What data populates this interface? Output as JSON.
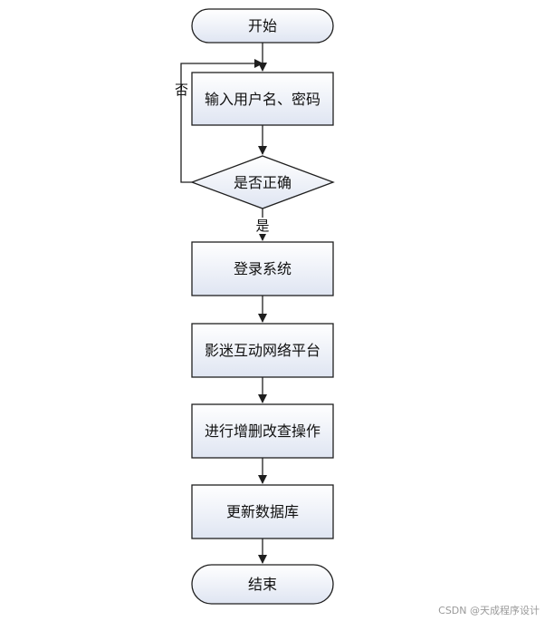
{
  "colors": {
    "stroke": "#1f1f1f",
    "fill_top": "#ffffff",
    "fill_bottom": "#dfe5f2"
  },
  "nodes": {
    "start": "开始",
    "input": "输入用户名、密码",
    "check": "是否正确",
    "login": "登录系统",
    "platform": "影迷互动网络平台",
    "crud": "进行增删改查操作",
    "update_db": "更新数据库",
    "end": "结束"
  },
  "edges": {
    "no_label": "否",
    "yes_label": "是"
  },
  "watermark": "CSDN @天成程序设计"
}
